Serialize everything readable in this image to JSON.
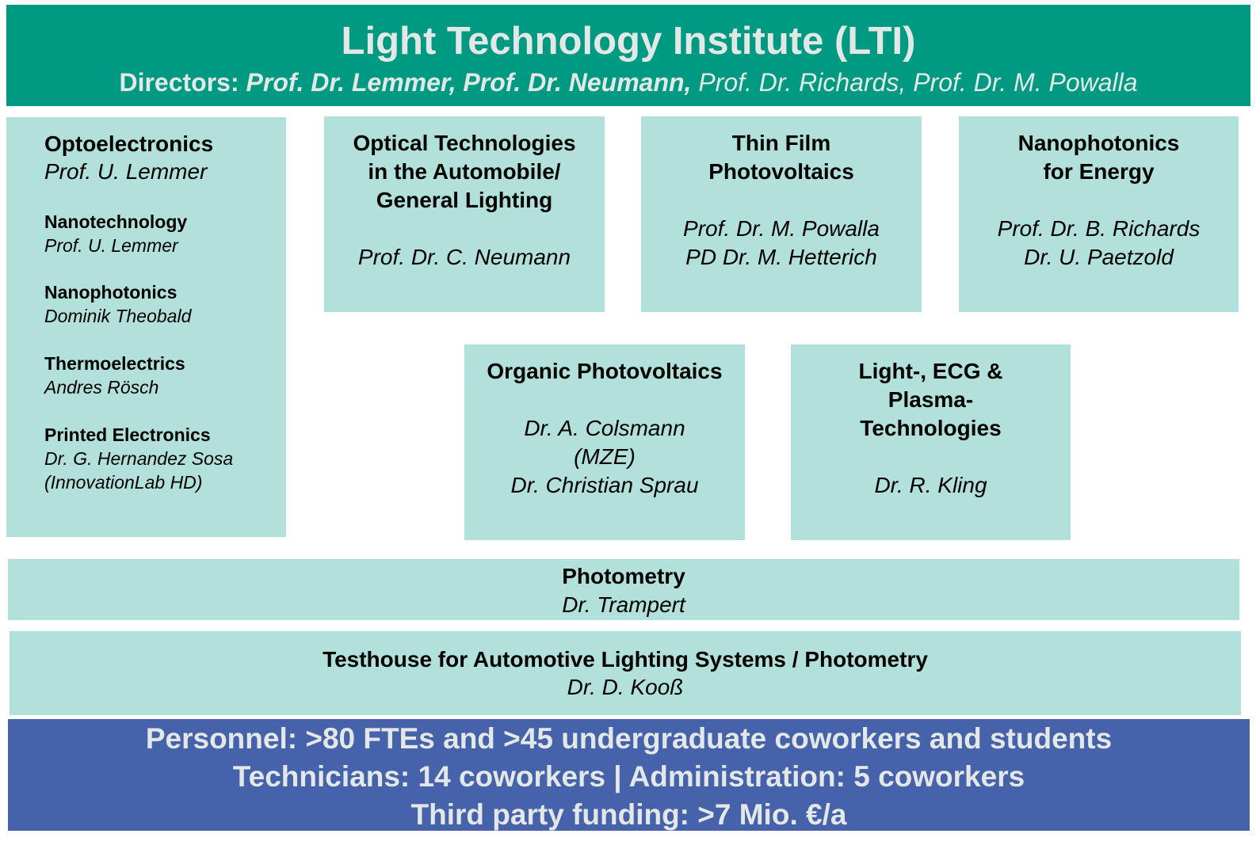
{
  "header": {
    "title": "Light Technology Institute (LTI)",
    "directors_label": "Directors:",
    "directors_bold": "Prof. Dr. Lemmer, Prof. Dr. Neumann,",
    "directors_rest": "Prof. Dr. Richards, Prof. Dr. M. Powalla"
  },
  "opto": {
    "title": "Optoelectronics",
    "head": "Prof. U. Lemmer",
    "groups": [
      {
        "name": "Nanotechnology",
        "lines": [
          "Prof. U. Lemmer"
        ]
      },
      {
        "name": "Nanophotonics",
        "lines": [
          "Dominik Theobald"
        ]
      },
      {
        "name": "Thermoelectrics",
        "lines": [
          "Andres Rösch"
        ]
      },
      {
        "name": "Printed Electronics",
        "lines": [
          "Dr. G. Hernandez Sosa",
          "(InnovationLab HD)"
        ]
      }
    ]
  },
  "optical_tech": {
    "title_lines": [
      "Optical Technologies",
      "in the Automobile/",
      "General Lighting"
    ],
    "people": [
      "Prof. Dr. C. Neumann"
    ]
  },
  "thin_film": {
    "title_lines": [
      "Thin Film",
      "Photovoltaics"
    ],
    "people": [
      "Prof. Dr. M. Powalla",
      "PD Dr. M. Hetterich"
    ]
  },
  "nano_energy": {
    "title_lines": [
      "Nanophotonics",
      "for Energy"
    ],
    "people": [
      "Prof. Dr. B. Richards",
      "Dr. U. Paetzold"
    ]
  },
  "organic_pv": {
    "title_lines": [
      "Organic Photovoltaics"
    ],
    "people": [
      "Dr. A. Colsmann",
      "(MZE)",
      "Dr. Christian Sprau"
    ]
  },
  "light_ecg": {
    "title_lines": [
      "Light-, ECG &",
      "Plasma-",
      "Technologies"
    ],
    "people": [
      "Dr. R. Kling"
    ]
  },
  "photometry": {
    "title": "Photometry",
    "head": "Dr. Trampert"
  },
  "testhouse": {
    "title": "Testhouse for Automotive Lighting Systems / Photometry",
    "head": "Dr. D. Kooß"
  },
  "footer": {
    "lines": [
      "Personnel: >80 FTEs and >45 undergraduate coworkers and students",
      "Technicians: 14 coworkers | Administration: 5 coworkers",
      "Third party funding: >7 Mio. €/a"
    ]
  },
  "colors": {
    "header_bg": "#009a82",
    "box_bg": "#b2e0da",
    "footer_bg": "#4562ab",
    "banner_text": "#e3e8e6"
  }
}
